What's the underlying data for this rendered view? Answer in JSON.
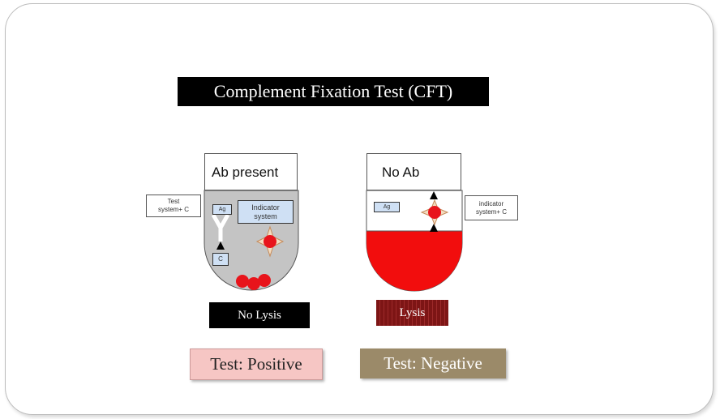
{
  "title": "Complement Fixation Test (CFT)",
  "positive_tube": {
    "header": "Ab present",
    "side_label_line1": "Test",
    "side_label_line2": "system+ C",
    "antigen_chip": "Ag",
    "complement_chip": "C",
    "indicator_line1": "Indicator",
    "indicator_line2": "system",
    "lysis_label": "No Lysis",
    "result": "Test: Positive"
  },
  "negative_tube": {
    "header": "No Ab",
    "antigen_chip": "Ag",
    "side_label_line1": "indicator",
    "side_label_line2": "system+ C",
    "lysis_label": "Lysis",
    "result": "Test: Negative"
  },
  "colors": {
    "tube_fill_gray": "#c4c4c4",
    "rbc_red": "#e8141b",
    "lysed_red": "#f20d0d",
    "positive_box": "#f6c6c4",
    "negative_box": "#9b8a69",
    "lysis_box": "#8a1d1d"
  }
}
